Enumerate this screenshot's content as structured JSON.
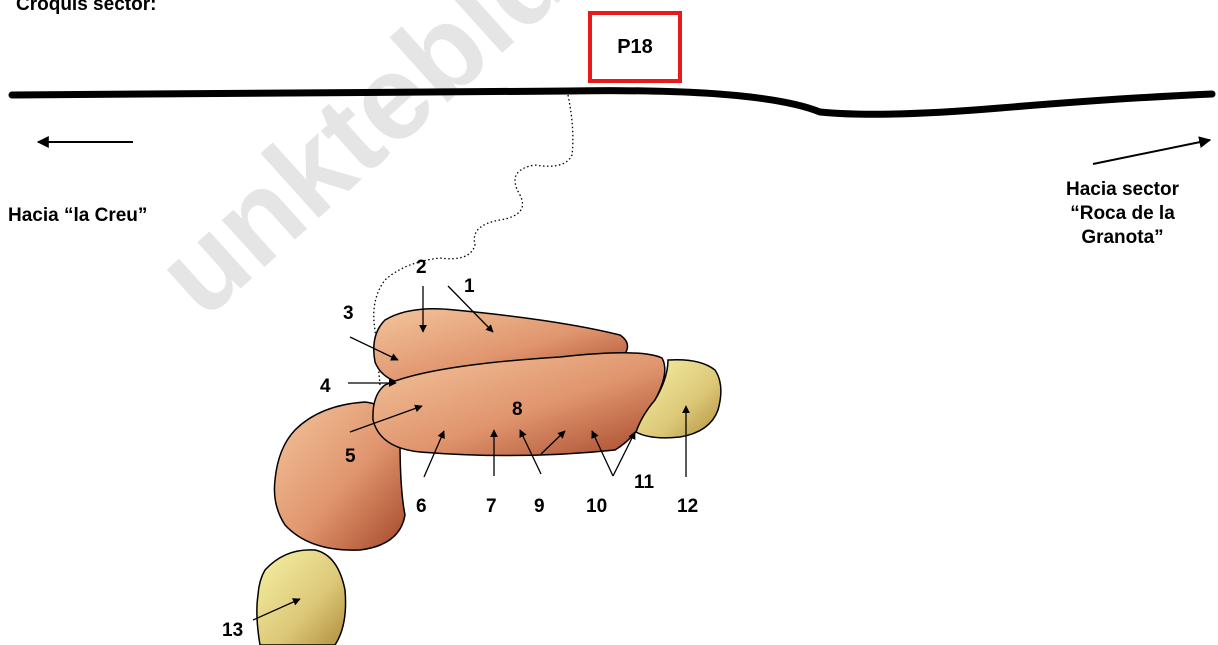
{
  "header": {
    "title": "Croquis sector:"
  },
  "parking": {
    "label": "P18"
  },
  "directions": {
    "left": "Hacia “la Creu”",
    "right_line1": "Hacia sector",
    "right_line2": "“Roca de la",
    "right_line3": "Granota”"
  },
  "routes": [
    "1",
    "2",
    "3",
    "4",
    "5",
    "6",
    "7",
    "8",
    "9",
    "10",
    "11",
    "12",
    "13"
  ],
  "colors": {
    "rock_light": "#f3c59c",
    "rock_dark": "#a5472a",
    "boulder_light": "#f6f2a4",
    "boulder_dark": "#b08f3c",
    "parking_border": "#e81b1b"
  }
}
